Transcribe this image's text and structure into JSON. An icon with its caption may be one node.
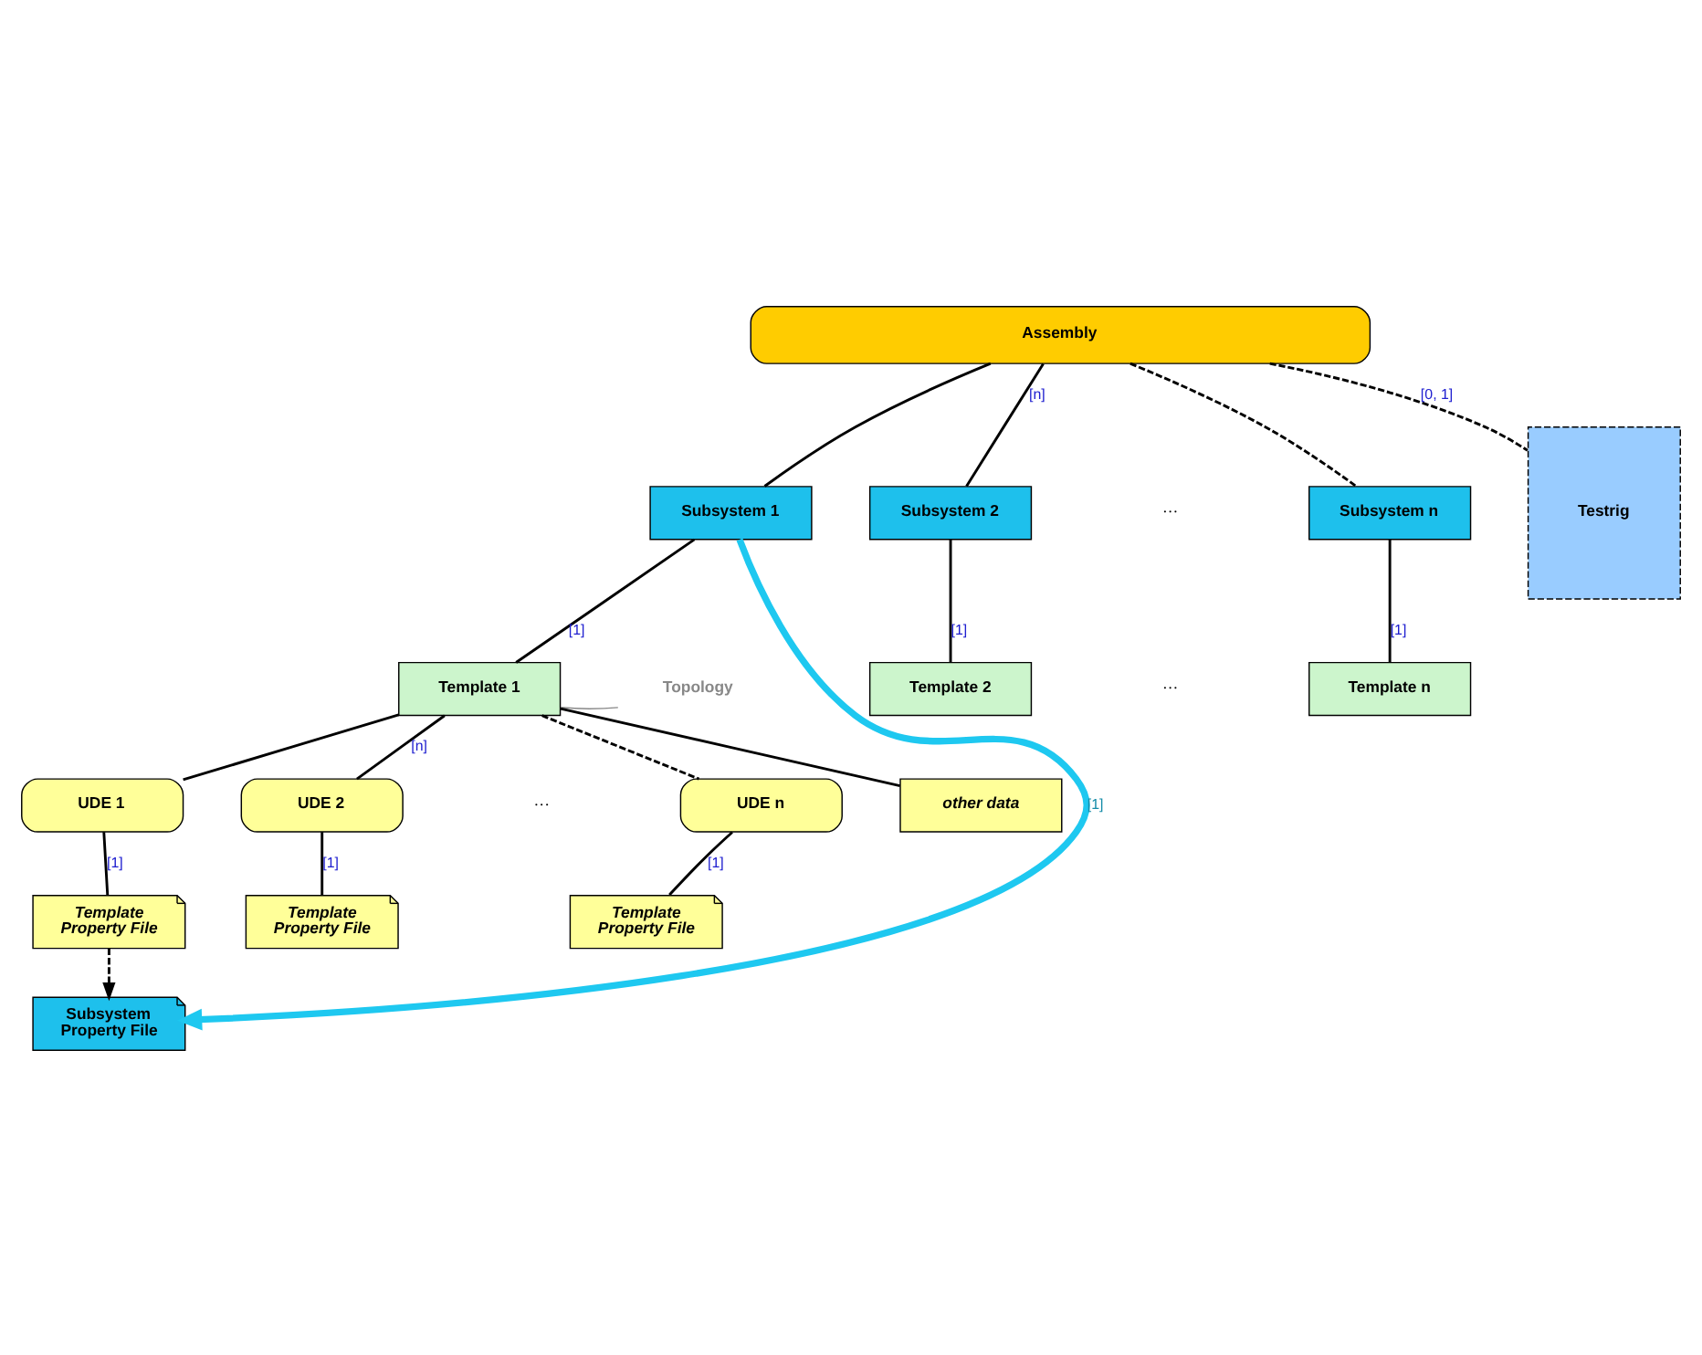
{
  "diagram": {
    "nodes": [
      {
        "text": [
          "Assembly"
        ]
      },
      {
        "text": [
          "Subsystem 1"
        ]
      },
      {
        "text": [
          "Subsystem 2"
        ]
      },
      {
        "text": [
          "Subsystem n"
        ]
      },
      {
        "text": [
          "Testrig"
        ]
      },
      {
        "text": [
          "Topology"
        ]
      },
      {
        "text": [
          "Template 1"
        ]
      },
      {
        "text": [
          "Template 2"
        ]
      },
      {
        "text": [
          "Template n"
        ]
      },
      {
        "text": [
          "UDE 1"
        ]
      },
      {
        "text": [
          "UDE 2"
        ]
      },
      {
        "text": [
          "UDE n"
        ]
      },
      {
        "text": [
          "other data"
        ]
      },
      {
        "text": [
          "Template Property File"
        ]
      },
      {
        "text": [
          "Template Property File"
        ]
      },
      {
        "text": [
          "Template Property File"
        ]
      },
      {
        "text": [
          "Subsystem Property File"
        ]
      }
    ],
    "edges": [
      {
        "from": 0,
        "to": 1,
        "arrow": "none"
      },
      {
        "from": 0,
        "to": 2,
        "arrow": "none",
        "label": "[n]"
      },
      {
        "from": 0,
        "to": 3,
        "arrow": "none",
        "style": "dashed"
      },
      {
        "from": 0,
        "to": 4,
        "arrow": "none",
        "style": "dashed",
        "label": "[0, 1]"
      },
      {
        "from": 1,
        "to": 6,
        "arrow": "none",
        "label": "[1]"
      },
      {
        "from": 2,
        "to": 7,
        "arrow": "none",
        "label": "[1]"
      },
      {
        "from": 3,
        "to": 8,
        "arrow": "none",
        "label": "[1]"
      },
      {
        "from": 5,
        "to": 6,
        "arrow": "none",
        "color": "#888888"
      },
      {
        "from": 6,
        "to": 9,
        "arrow": "none"
      },
      {
        "from": 6,
        "to": 10,
        "arrow": "none",
        "label": "[n]"
      },
      {
        "from": 6,
        "to": 11,
        "arrow": "none",
        "style": "dashed"
      },
      {
        "from": 6,
        "to": 12,
        "arrow": "none"
      },
      {
        "from": 9,
        "to": 13,
        "arrow": "none",
        "label": "[1]"
      },
      {
        "from": 10,
        "to": 14,
        "arrow": "none",
        "label": "[1]"
      },
      {
        "from": 11,
        "to": 15,
        "arrow": "none",
        "label": "[1]"
      },
      {
        "from": 1,
        "to": 16,
        "arrow": "to",
        "style": "thick",
        "color": "#1ec8f0",
        "label": "[1]"
      },
      {
        "from": 13,
        "to": 16,
        "arrow": "to",
        "style": "dashed"
      }
    ],
    "labels": [
      "···",
      "···",
      "···"
    ]
  }
}
